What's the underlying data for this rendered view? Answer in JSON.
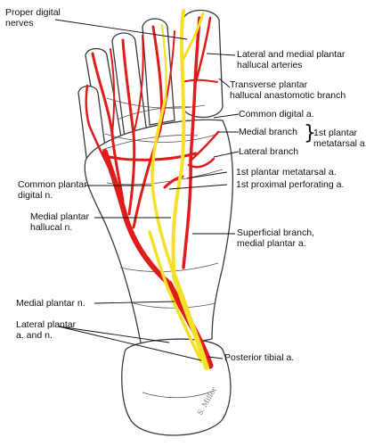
{
  "labels": {
    "proper_digital_nerves": [
      "Proper digital",
      "nerves"
    ],
    "lateral_medial_plantar_hallucal_arteries": [
      "Lateral and medial plantar",
      "hallucal arteries"
    ],
    "transverse_plantar_hallucal_branch": [
      "Transverse plantar",
      "hallucal anastomotic branch"
    ],
    "common_digital_a": "Common digital a.",
    "medial_branch": "Medial branch",
    "lateral_branch": "Lateral branch",
    "first_plantar_metatarsal_a": [
      "1st plantar",
      "metatarsal a."
    ],
    "first_plantar_metatarsal_a_lower": "1st plantar metatarsal a.",
    "first_proximal_perforating_a": "1st proximal perforating a.",
    "common_plantar_digital_n": [
      "Common plantar",
      "digital n."
    ],
    "medial_plantar_hallucal_n": [
      "Medial plantar",
      "hallucal n."
    ],
    "superficial_branch_medial_plantar_a": [
      "Superficial branch,",
      "medial plantar a."
    ],
    "medial_plantar_n": "Medial plantar n.",
    "lateral_plantar_a_and_n": [
      "Lateral plantar",
      "a. and n."
    ],
    "posterior_tibial_a": "Posterior tibial a."
  },
  "colors": {
    "artery": "#e01b1b",
    "nerve": "#f5e02a",
    "bone_outline": "#3a3a3a",
    "label_text": "#111111",
    "leader_line": "#111111"
  }
}
